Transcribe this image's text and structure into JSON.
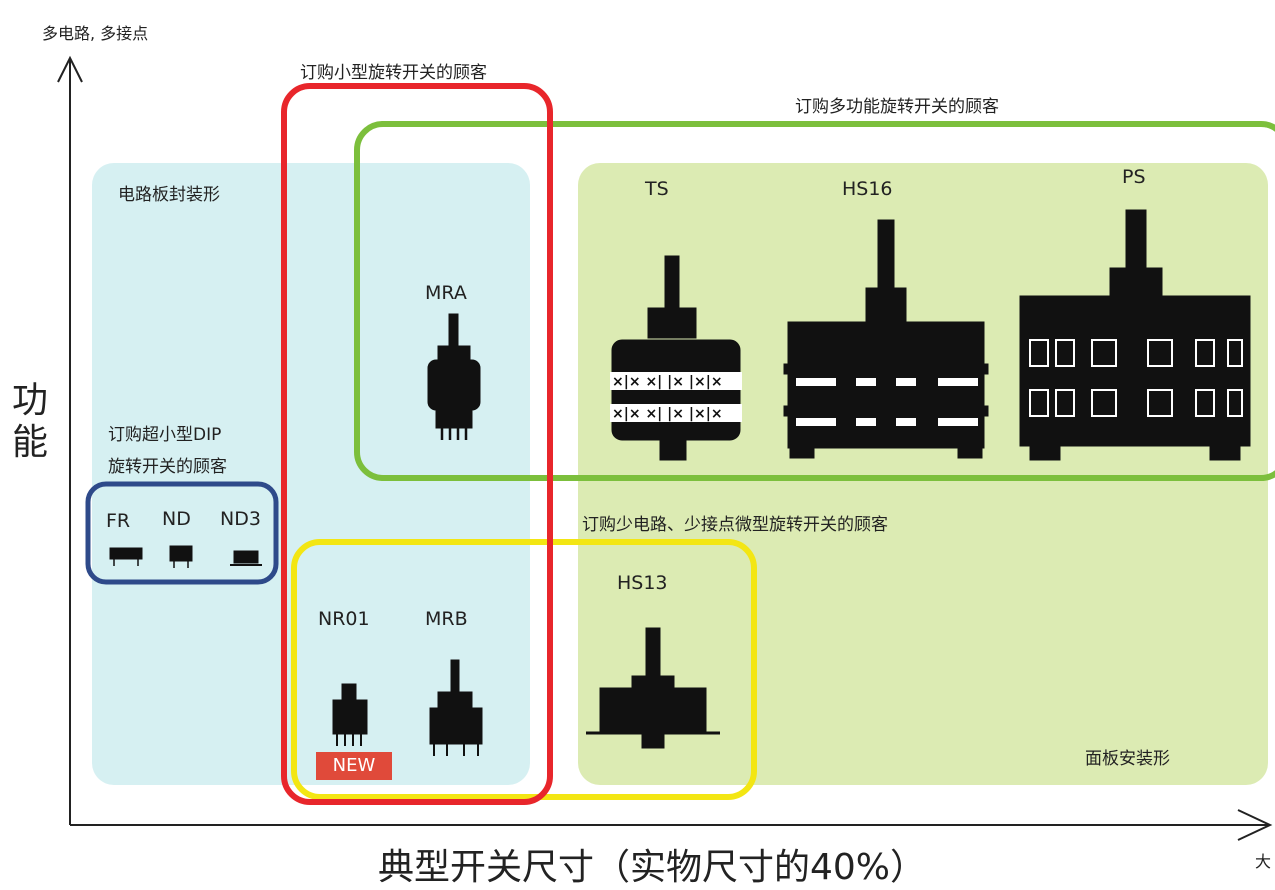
{
  "axis": {
    "y_top_label": "多电路, 多接点",
    "y_title": "功能",
    "x_title": "典型开关尺寸（实物尺寸的40%）",
    "x_end_label": "大"
  },
  "regions": {
    "pcb": "电路板封装形",
    "panel": "面板安装形"
  },
  "groups": {
    "small_rotary": "订购小型旋转开关的顾客",
    "multifunction": "订购多功能旋转开关的顾客",
    "ultra_small_dip_line1": "订购超小型DIP",
    "ultra_small_dip_line2": "旋转开关的顾客",
    "few_circuit": "订购少电路、少接点微型旋转开关的顾客"
  },
  "products": {
    "fr": "FR",
    "nd": "ND",
    "nd3": "ND3",
    "mra": "MRA",
    "nr01": "NR01",
    "mrb": "MRB",
    "ts": "TS",
    "hs16": "HS16",
    "ps": "PS",
    "hs13": "HS13"
  },
  "badge": {
    "new": "NEW"
  },
  "colors": {
    "pcb_region": "#d6f0f2",
    "panel_region": "#dcebb3",
    "small_rotary_box": "#e8262b",
    "multifunction_box": "#7cbf3c",
    "dip_box": "#2e4a8a",
    "few_circuit_box": "#f3e613",
    "new_badge": "#e04a3a"
  }
}
